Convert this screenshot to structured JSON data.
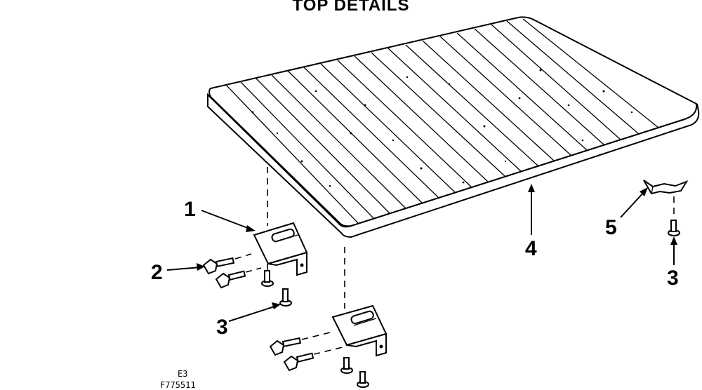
{
  "title": "TOP DETAILS",
  "callouts": {
    "c1": "1",
    "c2": "2",
    "c3a": "3",
    "c3b": "3",
    "c4": "4",
    "c5": "5"
  },
  "codes": {
    "code1": "E3",
    "code2": "F775511"
  }
}
